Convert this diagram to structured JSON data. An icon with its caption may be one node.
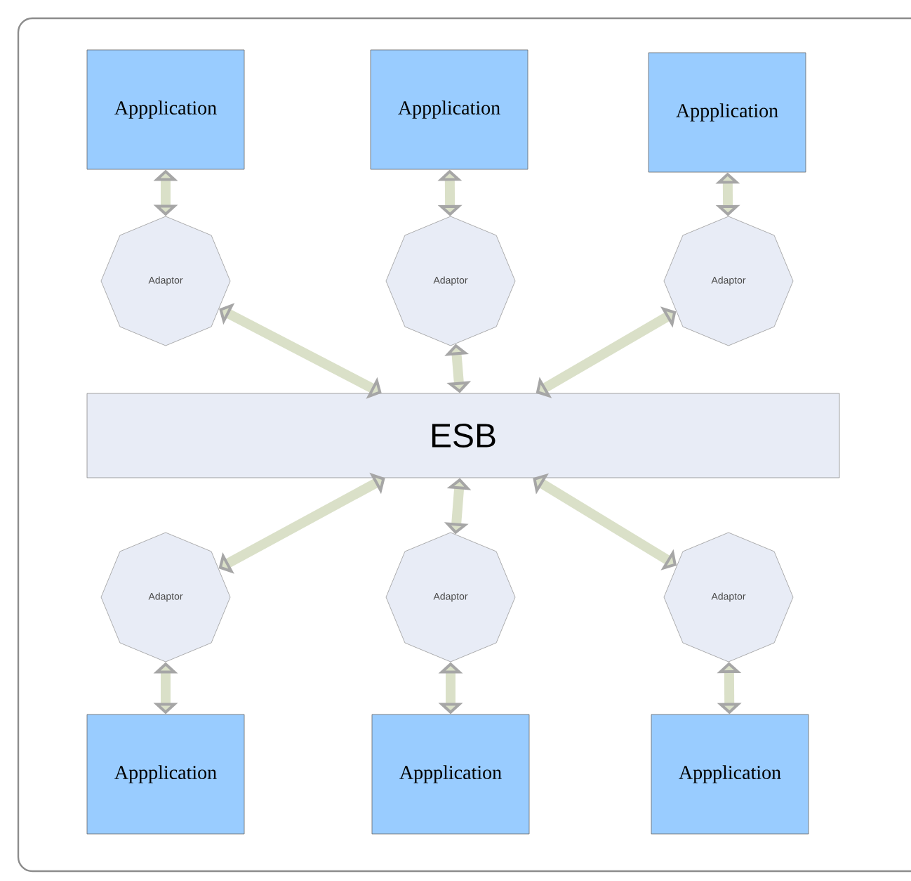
{
  "diagram": {
    "nodes": [
      {
        "text": [
          "Appplication"
        ]
      },
      {
        "text": [
          "Appplication"
        ]
      },
      {
        "text": [
          "Appplication"
        ]
      },
      {
        "text": [
          "Adaptor"
        ]
      },
      {
        "text": [
          "Adaptor"
        ]
      },
      {
        "text": [
          "Adaptor"
        ]
      },
      {
        "text": [
          "ESB"
        ]
      },
      {
        "text": [
          "Adaptor"
        ]
      },
      {
        "text": [
          "Adaptor"
        ]
      },
      {
        "text": [
          "Adaptor"
        ]
      },
      {
        "text": [
          "Appplication"
        ]
      },
      {
        "text": [
          "Appplication"
        ]
      },
      {
        "text": [
          "Appplication"
        ]
      }
    ],
    "edges": [
      {
        "from": 0,
        "to": 3,
        "arrow": "both"
      },
      {
        "from": 1,
        "to": 4,
        "arrow": "both"
      },
      {
        "from": 2,
        "to": 5,
        "arrow": "both"
      },
      {
        "from": 3,
        "to": 6,
        "arrow": "both"
      },
      {
        "from": 4,
        "to": 6,
        "arrow": "both"
      },
      {
        "from": 5,
        "to": 6,
        "arrow": "both"
      },
      {
        "from": 6,
        "to": 7,
        "arrow": "both"
      },
      {
        "from": 6,
        "to": 8,
        "arrow": "both"
      },
      {
        "from": 6,
        "to": 9,
        "arrow": "both"
      },
      {
        "from": 7,
        "to": 10,
        "arrow": "both"
      },
      {
        "from": 8,
        "to": 11,
        "arrow": "both"
      },
      {
        "from": 9,
        "to": 12,
        "arrow": "both"
      }
    ]
  }
}
